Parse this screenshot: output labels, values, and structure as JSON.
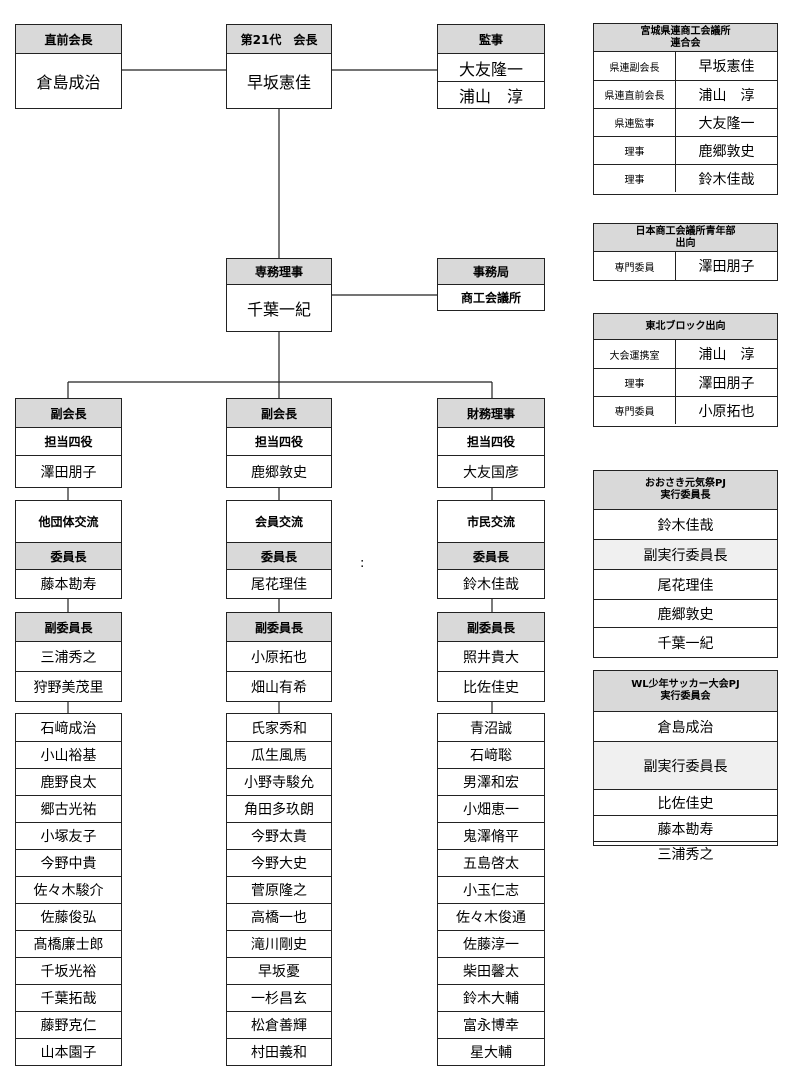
{
  "top": {
    "former_president": {
      "title": "直前会長",
      "name": "倉島成治"
    },
    "president": {
      "title": "第21代　会長",
      "name": "早坂憲佳"
    },
    "auditor": {
      "title": "監事",
      "names": [
        "大友隆一",
        "浦山　淳"
      ]
    }
  },
  "middle": {
    "executive_director": {
      "title": "専務理事",
      "name": "千葉一紀"
    },
    "secretariat": {
      "title": "事務局",
      "name": "商工会議所"
    }
  },
  "columns": [
    {
      "role": "副会長",
      "sub": "担当四役",
      "officer": "澤田朋子",
      "section": "他団体交流",
      "chair_title": "委員長",
      "chair": "藤本勘寿",
      "vice_title": "副委員長",
      "vices": [
        "三浦秀之",
        "狩野美茂里"
      ],
      "members": [
        "石﨑成治",
        "小山裕基",
        "鹿野良太",
        "郷古光祐",
        "小塚友子",
        "今野中貴",
        "佐々木駿介",
        "佐藤俊弘",
        "髙橋廉士郎",
        "千坂光裕",
        "千葉拓哉",
        "藤野克仁",
        "山本園子"
      ]
    },
    {
      "role": "副会長",
      "sub": "担当四役",
      "officer": "鹿郷敦史",
      "section": "会員交流",
      "chair_title": "委員長",
      "chair": "尾花理佳",
      "vice_title": "副委員長",
      "vices": [
        "小原拓也",
        "畑山有希"
      ],
      "members": [
        "氏家秀和",
        "瓜生風馬",
        "小野寺駿允",
        "角田多玖朗",
        "今野太貴",
        "今野大史",
        "菅原隆之",
        "高橋一也",
        "滝川剛史",
        "早坂憂",
        "一杉昌玄",
        "松倉善輝",
        "村田義和"
      ]
    },
    {
      "role": "財務理事",
      "sub": "担当四役",
      "officer": "大友国彦",
      "section": "市民交流",
      "chair_title": "委員長",
      "chair": "鈴木佳哉",
      "vice_title": "副委員長",
      "vices": [
        "照井貴大",
        "比佐佳史"
      ],
      "members": [
        "青沼誠",
        "石﨑聡",
        "男澤和宏",
        "小畑恵一",
        "鬼澤脩平",
        "五島啓太",
        "小玉仁志",
        "佐々木俊通",
        "佐藤淳一",
        "柴田馨太",
        "鈴木大輔",
        "富永博幸",
        "星大輔"
      ]
    }
  ],
  "colon_mark": ":",
  "side": {
    "miyagi": {
      "title": "宮城県連商工会議所\n連合会",
      "rows": [
        {
          "role": "県連副会長",
          "name": "早坂憲佳"
        },
        {
          "role": "県連直前会長",
          "name": "浦山　淳"
        },
        {
          "role": "県連監事",
          "name": "大友隆一"
        },
        {
          "role": "理事",
          "name": "鹿郷敦史"
        },
        {
          "role": "理事",
          "name": "鈴木佳哉"
        }
      ]
    },
    "nissho": {
      "title": "日本商工会議所青年部\n出向",
      "rows": [
        {
          "role": "専門委員",
          "name": "澤田朋子"
        }
      ]
    },
    "tohoku": {
      "title": "東北ブロック出向",
      "rows": [
        {
          "role": "大会運携室",
          "name": "浦山　淳"
        },
        {
          "role": "理事",
          "name": "澤田朋子"
        },
        {
          "role": "専門委員",
          "name": "小原拓也"
        }
      ]
    },
    "osaki": {
      "title": "おおさき元気祭PJ\n実行委員長",
      "items": [
        "鈴木佳哉",
        "副実行委員長",
        "尾花理佳",
        "鹿郷敦史",
        "千葉一紀"
      ]
    },
    "wl": {
      "title": "WL少年サッカー大会PJ\n実行委員会",
      "items": [
        "倉島成治",
        "副実行委員長",
        "比佐佳史",
        "藤本勘寿",
        "三浦秀之"
      ]
    }
  }
}
